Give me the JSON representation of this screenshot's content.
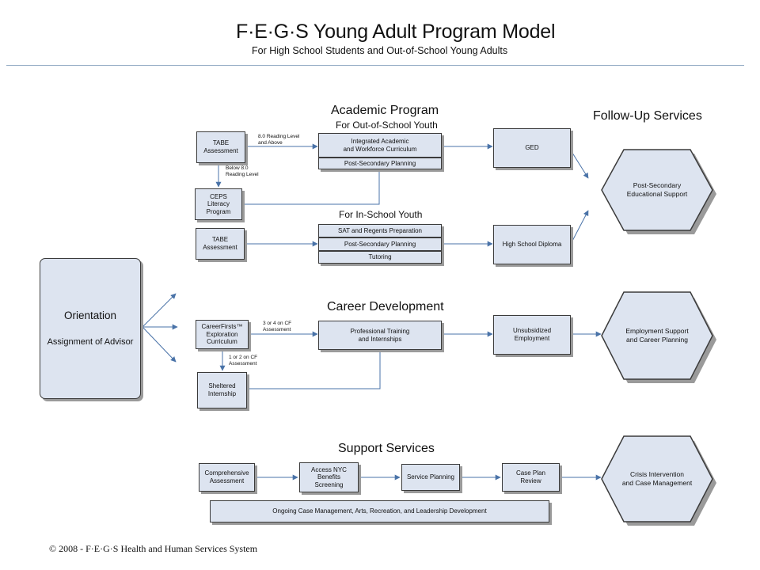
{
  "header": {
    "title": "F·E·G·S Young Adult Program Model",
    "subtitle": "For High School Students and Out-of-School Young Adults"
  },
  "sections": {
    "academic": "Academic Program",
    "out_of_school": "For Out-of-School Youth",
    "in_school": "For In-School Youth",
    "career": "Career Development",
    "support": "Support Services",
    "followup": "Follow-Up Services"
  },
  "orientation": {
    "line1": "Orientation",
    "line2": "Assignment of Advisor"
  },
  "academic": {
    "tabe_out": "TABE\nAssessment",
    "ceps": "CEPS\nLiteracy\nProgram",
    "integrated": "Integrated Academic\nand Workforce Curriculum",
    "post_secondary_1": "Post-Secondary Planning",
    "ged": "GED",
    "tabe_in": "TABE\nAssessment",
    "sat": "SAT and Regents Preparation",
    "post_secondary_2": "Post-Secondary Planning",
    "tutoring": "Tutoring",
    "diploma": "High School Diploma",
    "note_above": "8.0 Reading Level\nand Above",
    "note_below": "Below 8.0\nReading Level"
  },
  "career": {
    "careerfirsts": "CareerFirsts™\nExploration\nCurriculum",
    "professional": "Professional Training\nand Internships",
    "unsubsidized": "Unsubsidized\nEmployment",
    "sheltered": "Sheltered\nInternship",
    "note_high": "3 or 4 on CF\nAssessment",
    "note_low": "1 or 2 on CF\nAssessment"
  },
  "support": {
    "comprehensive": "Comprehensive\nAssessment",
    "access_nyc": "Access NYC\nBenefits\nScreening",
    "service_planning": "Service Planning",
    "case_plan": "Case Plan\nReview",
    "ongoing": "Ongoing Case Management, Arts, Recreation, and Leadership Development"
  },
  "followup": {
    "post_secondary_support": "Post-Secondary\nEducational Support",
    "employment_support": "Employment Support\nand Career Planning",
    "crisis": "Crisis Intervention\nand Case Management"
  },
  "footer": "© 2008 - F·E·G·S Health and Human Services System",
  "colors": {
    "box_fill": "#dde4f0",
    "border": "#3b3b3b",
    "arrow": "#4a73a8",
    "rule": "#8fa7c2"
  }
}
